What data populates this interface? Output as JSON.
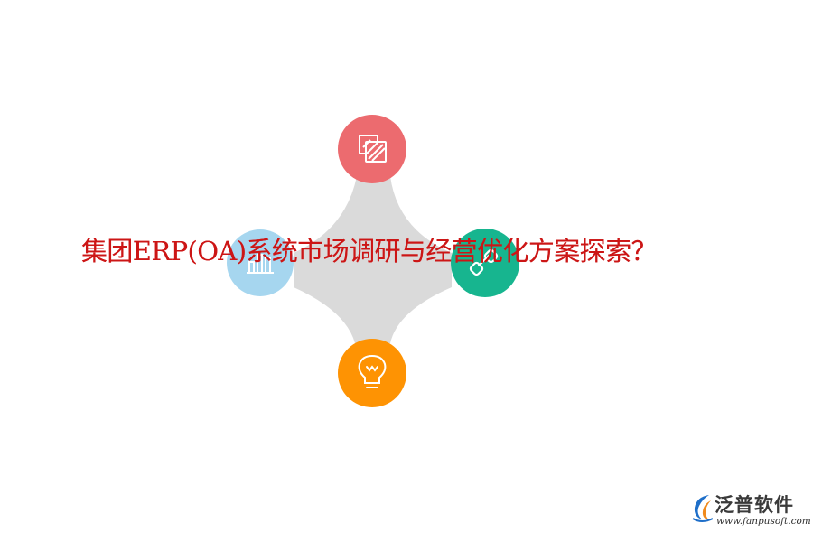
{
  "title": "集团ERP(OA)系统市场调研与经营优化方案探索？",
  "colors": {
    "star": "#dadada",
    "top": "#ec6b6f",
    "left": "#a6d6ef",
    "right": "#17b58f",
    "bottom": "#fe9303",
    "title": "#d31515"
  },
  "icons": {
    "top": "squares-stack-icon",
    "left": "bar-chart-icon",
    "right": "link-icon",
    "bottom": "lightbulb-icon"
  },
  "logo": {
    "name": "泛普软件",
    "url": "www.fanpusoft.com"
  }
}
